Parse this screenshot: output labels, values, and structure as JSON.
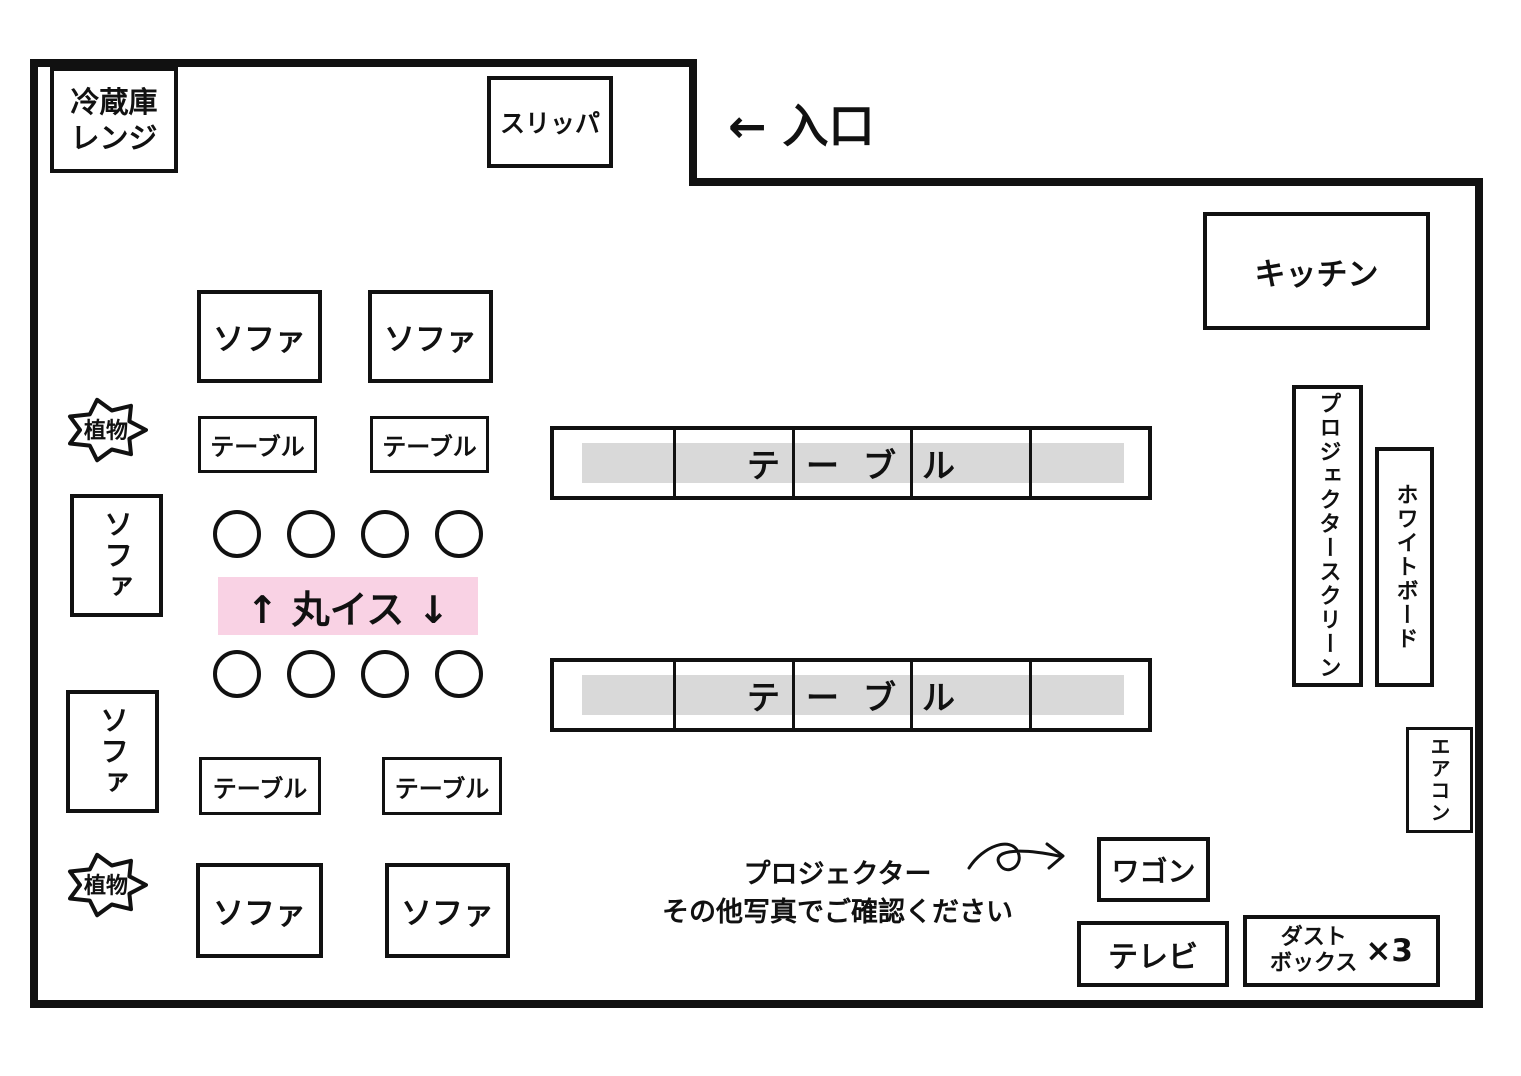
{
  "title": "room-floor-plan",
  "colors": {
    "wall": "#111111",
    "highlight_pink": "#f9d2e4",
    "table_stripe_gray": "#d9d9d9",
    "background": "#ffffff"
  },
  "entrance": {
    "label": "← 入口"
  },
  "labels": {
    "fridge_line1": "冷蔵庫",
    "fridge_line2": "レンジ",
    "slippers": "スリッパ",
    "kitchen": "キッチン",
    "sofa": "ソファ",
    "small_table": "テーブル",
    "long_table": "テーブル",
    "plant": "植物",
    "round_stools": "↑ 丸イス ↓",
    "projector_screen": "プロジェクタースクリーン",
    "whiteboard": "ホワイトボード",
    "aircon": "エアコン",
    "wagon": "ワゴン",
    "tv": "テレビ",
    "dustbox_line1": "ダスト",
    "dustbox_line2": "ボックス",
    "dustbox_count": "×3",
    "note_line1": "プロジェクター",
    "note_line2": "その他写真でご確認ください"
  },
  "inventory": {
    "round_stool_count": 8,
    "sofa_count": 6,
    "small_table_count": 4,
    "long_table_count": 2,
    "long_table_segments": 5,
    "plant_count": 2,
    "dustbox_quantity": 3
  }
}
